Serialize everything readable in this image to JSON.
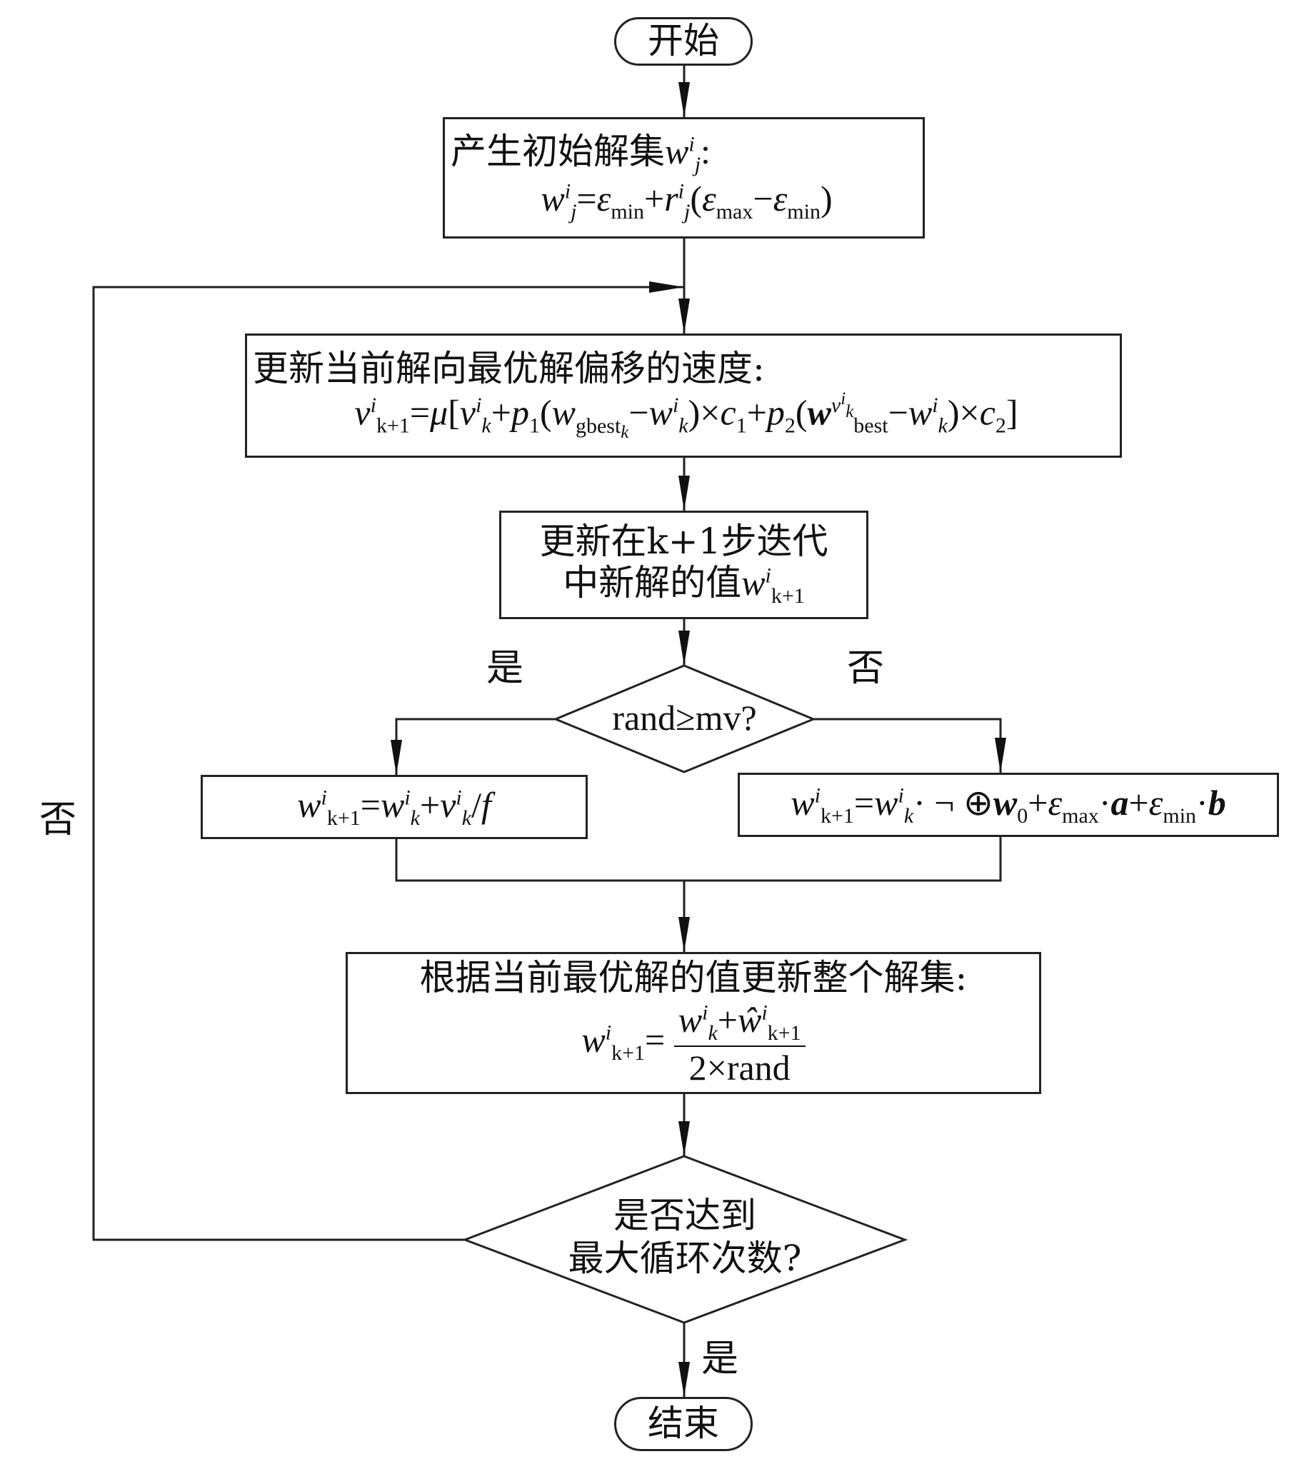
{
  "flowchart": {
    "start": "开始",
    "end": "结束",
    "init_box": {
      "title": "产生初始解集",
      "title_var": "w",
      "title_var_sup": "i",
      "title_var_sub": "j",
      "title_colon": ":",
      "formula": "w_j^i = ε_min + r_j^i (ε_max − ε_min)"
    },
    "velocity_box": {
      "title": "更新当前解向最优解偏移的速度:",
      "formula": "v_{k+1}^i = μ[v_k^i + p_1(w_{gbest_k} − w_k^i) × c_1 + p_2(w_{best}^{v_k^i} − w_k^i) × c_2]"
    },
    "update_box": {
      "line1": "更新在k+1步迭代",
      "line2": "中新解的值",
      "var": "w_{k+1}^i"
    },
    "decision1": {
      "text": "rand≥mv?",
      "yes_label": "是",
      "no_label": "否"
    },
    "yes_box": {
      "formula": "w_{k+1}^i = w_k^i + v_k^i / f"
    },
    "no_box": {
      "formula": "w_{k+1}^i = w_k^i · ¬ ⊕ w_0 + ε_max · a + ε_min · b"
    },
    "update_all_box": {
      "title": "根据当前最优解的值更新整个解集:",
      "formula": "w_{k+1}^i = (w_k^i + ŵ_{k+1}^i) / (2 × rand)"
    },
    "decision2": {
      "line1": "是否达到",
      "line2": "最大循环次数?",
      "yes_label": "是",
      "no_label": "否"
    }
  }
}
